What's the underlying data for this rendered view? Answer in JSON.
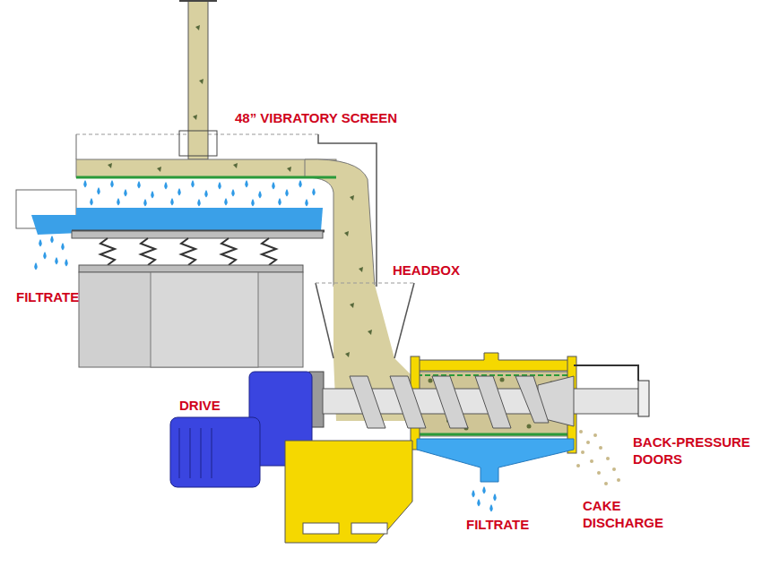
{
  "diagram": {
    "labels": [
      "48” VIBRATORY SCREEN",
      "FILTRATE",
      "HEADBOX",
      "DRIVE",
      "FILTRATE",
      "BACK-PRESSURE DOORS",
      "CAKE DISCHARGE"
    ]
  }
}
